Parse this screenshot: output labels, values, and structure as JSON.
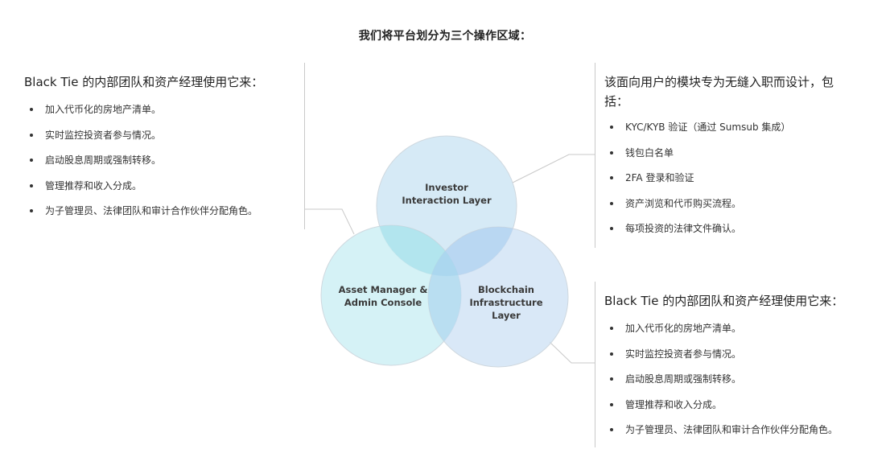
{
  "title": "我们将平台划分为三个操作区域：",
  "left_panel": {
    "heading": "Black Tie 的内部团队和资产经理使用它来：",
    "items": [
      "加入代币化的房地产清单。",
      "实时监控投资者参与情况。",
      "启动股息周期或强制转移。",
      "管理推荐和收入分成。",
      "为子管理员、法律团队和审计合作伙伴分配角色。"
    ]
  },
  "right_top_panel": {
    "heading_line1": "该面向用户的模块专为无缝入职而设计，包",
    "heading_line2": "括：",
    "items": [
      "KYC/KYB 验证（通过 Sumsub 集成）",
      "钱包白名单",
      "2FA 登录和验证",
      "资产浏览和代币购买流程。",
      "每项投资的法律文件确认。"
    ]
  },
  "right_bottom_panel": {
    "heading": "Black Tie 的内部团队和资产经理使用它来：",
    "items": [
      "加入代币化的房地产清单。",
      "实时监控投资者参与情况。",
      "启动股息周期或强制转移。",
      "管理推荐和收入分成。",
      "为子管理员、法律团队和审计合作伙伴分配角色。"
    ]
  },
  "venn": {
    "investor": {
      "line1": "Investor",
      "line2": "Interaction Layer",
      "color": "#cfe6f4"
    },
    "asset_manager": {
      "line1": "Asset Manager &",
      "line2": "Admin Console",
      "color": "#c7eef3"
    },
    "blockchain": {
      "line1": "Blockchain",
      "line2": "Infrastructure",
      "line3": "Layer",
      "color": "#c9def4"
    }
  }
}
